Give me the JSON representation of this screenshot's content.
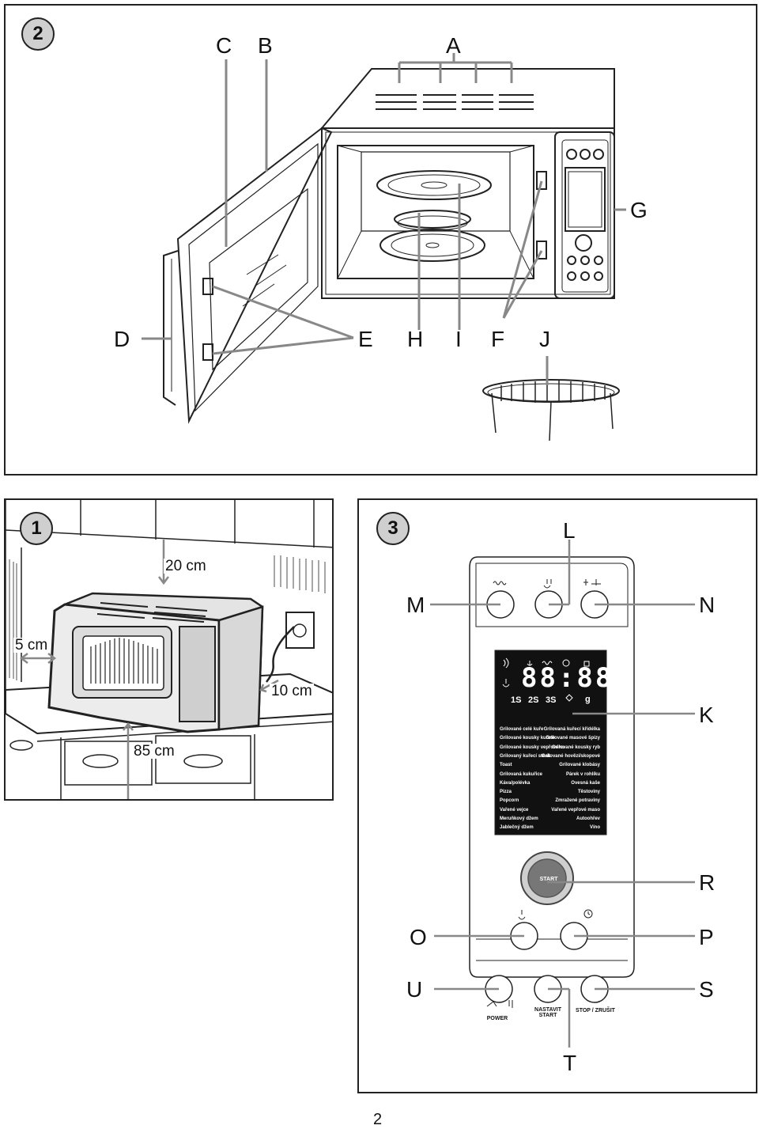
{
  "figure2": {
    "number": "2",
    "labels": {
      "A": "A",
      "B": "B",
      "C": "C",
      "D": "D",
      "E": "E",
      "F": "F",
      "G": "G",
      "H": "H",
      "I": "I",
      "J": "J"
    }
  },
  "figure1": {
    "number": "1",
    "dimensions": {
      "top": "20 cm",
      "side": "5 cm",
      "back": "10 cm",
      "height": "85 cm"
    }
  },
  "figure3": {
    "number": "3",
    "labels": {
      "K": "K",
      "L": "L",
      "M": "M",
      "N": "N",
      "O": "O",
      "P": "P",
      "R": "R",
      "S": "S",
      "T": "T",
      "U": "U"
    },
    "display": {
      "digits": "88:88",
      "weights": [
        "1S",
        "2S",
        "3S"
      ],
      "unit": "g",
      "programs_left": [
        "Grilované celé kuře",
        "Grilované kousky kuřete",
        "Grilované kousky vepřového",
        "Grilovaný kuřecí steak",
        "Toast",
        "Grilovaná kukuřice",
        "Káva/polévka",
        "Pizza",
        "Popcorn",
        "Vařené vejce",
        "Meruňkový džem",
        "Jablečný džem"
      ],
      "programs_right": [
        "Grilovaná kuřecí křídélka",
        "Grilované masové špízy",
        "Grilované kousky ryb",
        "Grilované hovězí/skopové",
        "Grilované klobásy",
        "Párek v rohlíku",
        "Ovesná kaše",
        "Těstoviny",
        "Zmražené potraviny",
        "Vařené vepřové maso",
        "Autoohřev",
        "Víno"
      ]
    },
    "buttons": {
      "start": "START",
      "power": "POWER",
      "set_start": "NASTAVIT\nSTART",
      "stop_cancel": "STOP / ZRUŠIT"
    }
  },
  "page_number": "2"
}
